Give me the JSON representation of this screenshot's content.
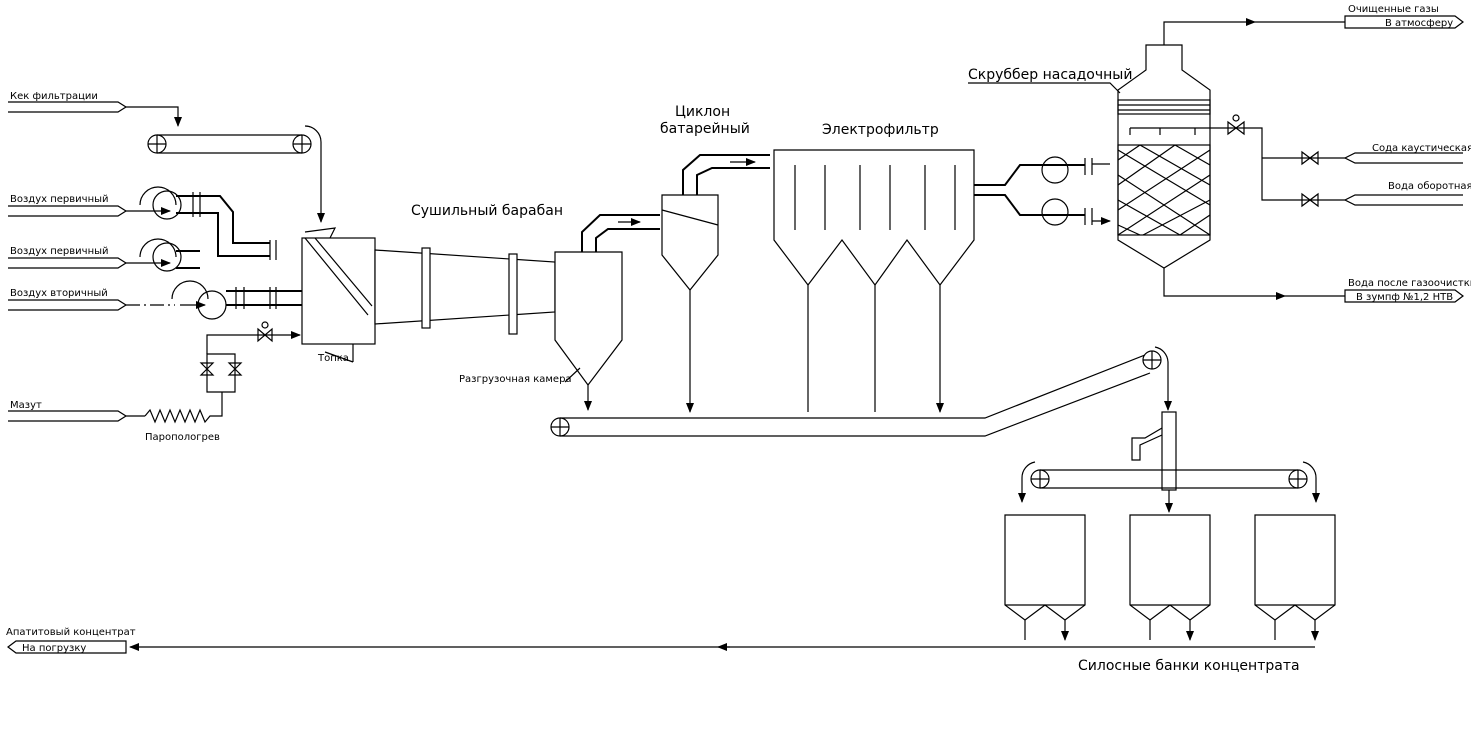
{
  "inputs": {
    "cake": "Кек фильтрации",
    "air_primary_1": "Воздух первичный",
    "air_primary_2": "Воздух первичный",
    "air_secondary": "Воздух вторичный",
    "fuel_oil": "Мазут",
    "caustic_soda": "Сода каустическая",
    "recycled_water": "Вода оборотная"
  },
  "outputs": {
    "clean_gas_title": "Очищенные газы",
    "clean_gas_dest": "В атмосферу",
    "water_title": "Вода после газоочистки",
    "water_dest": "В зумпф №1,2 НТВ",
    "product_title": "Апатитовый концентрат",
    "product_dest": "На погрузку"
  },
  "equipment": {
    "drum": "Сушильный барабан",
    "furnace": "Топка",
    "discharge": "Разгрузочная камера",
    "cyclone_line1": "Циклон",
    "cyclone_line2": "батарейный",
    "esp": "Электрофильтр",
    "scrubber": "Скруббер насадочный",
    "steam_heater": "Паропологрев",
    "silos": "Силосные банки концентрата"
  }
}
